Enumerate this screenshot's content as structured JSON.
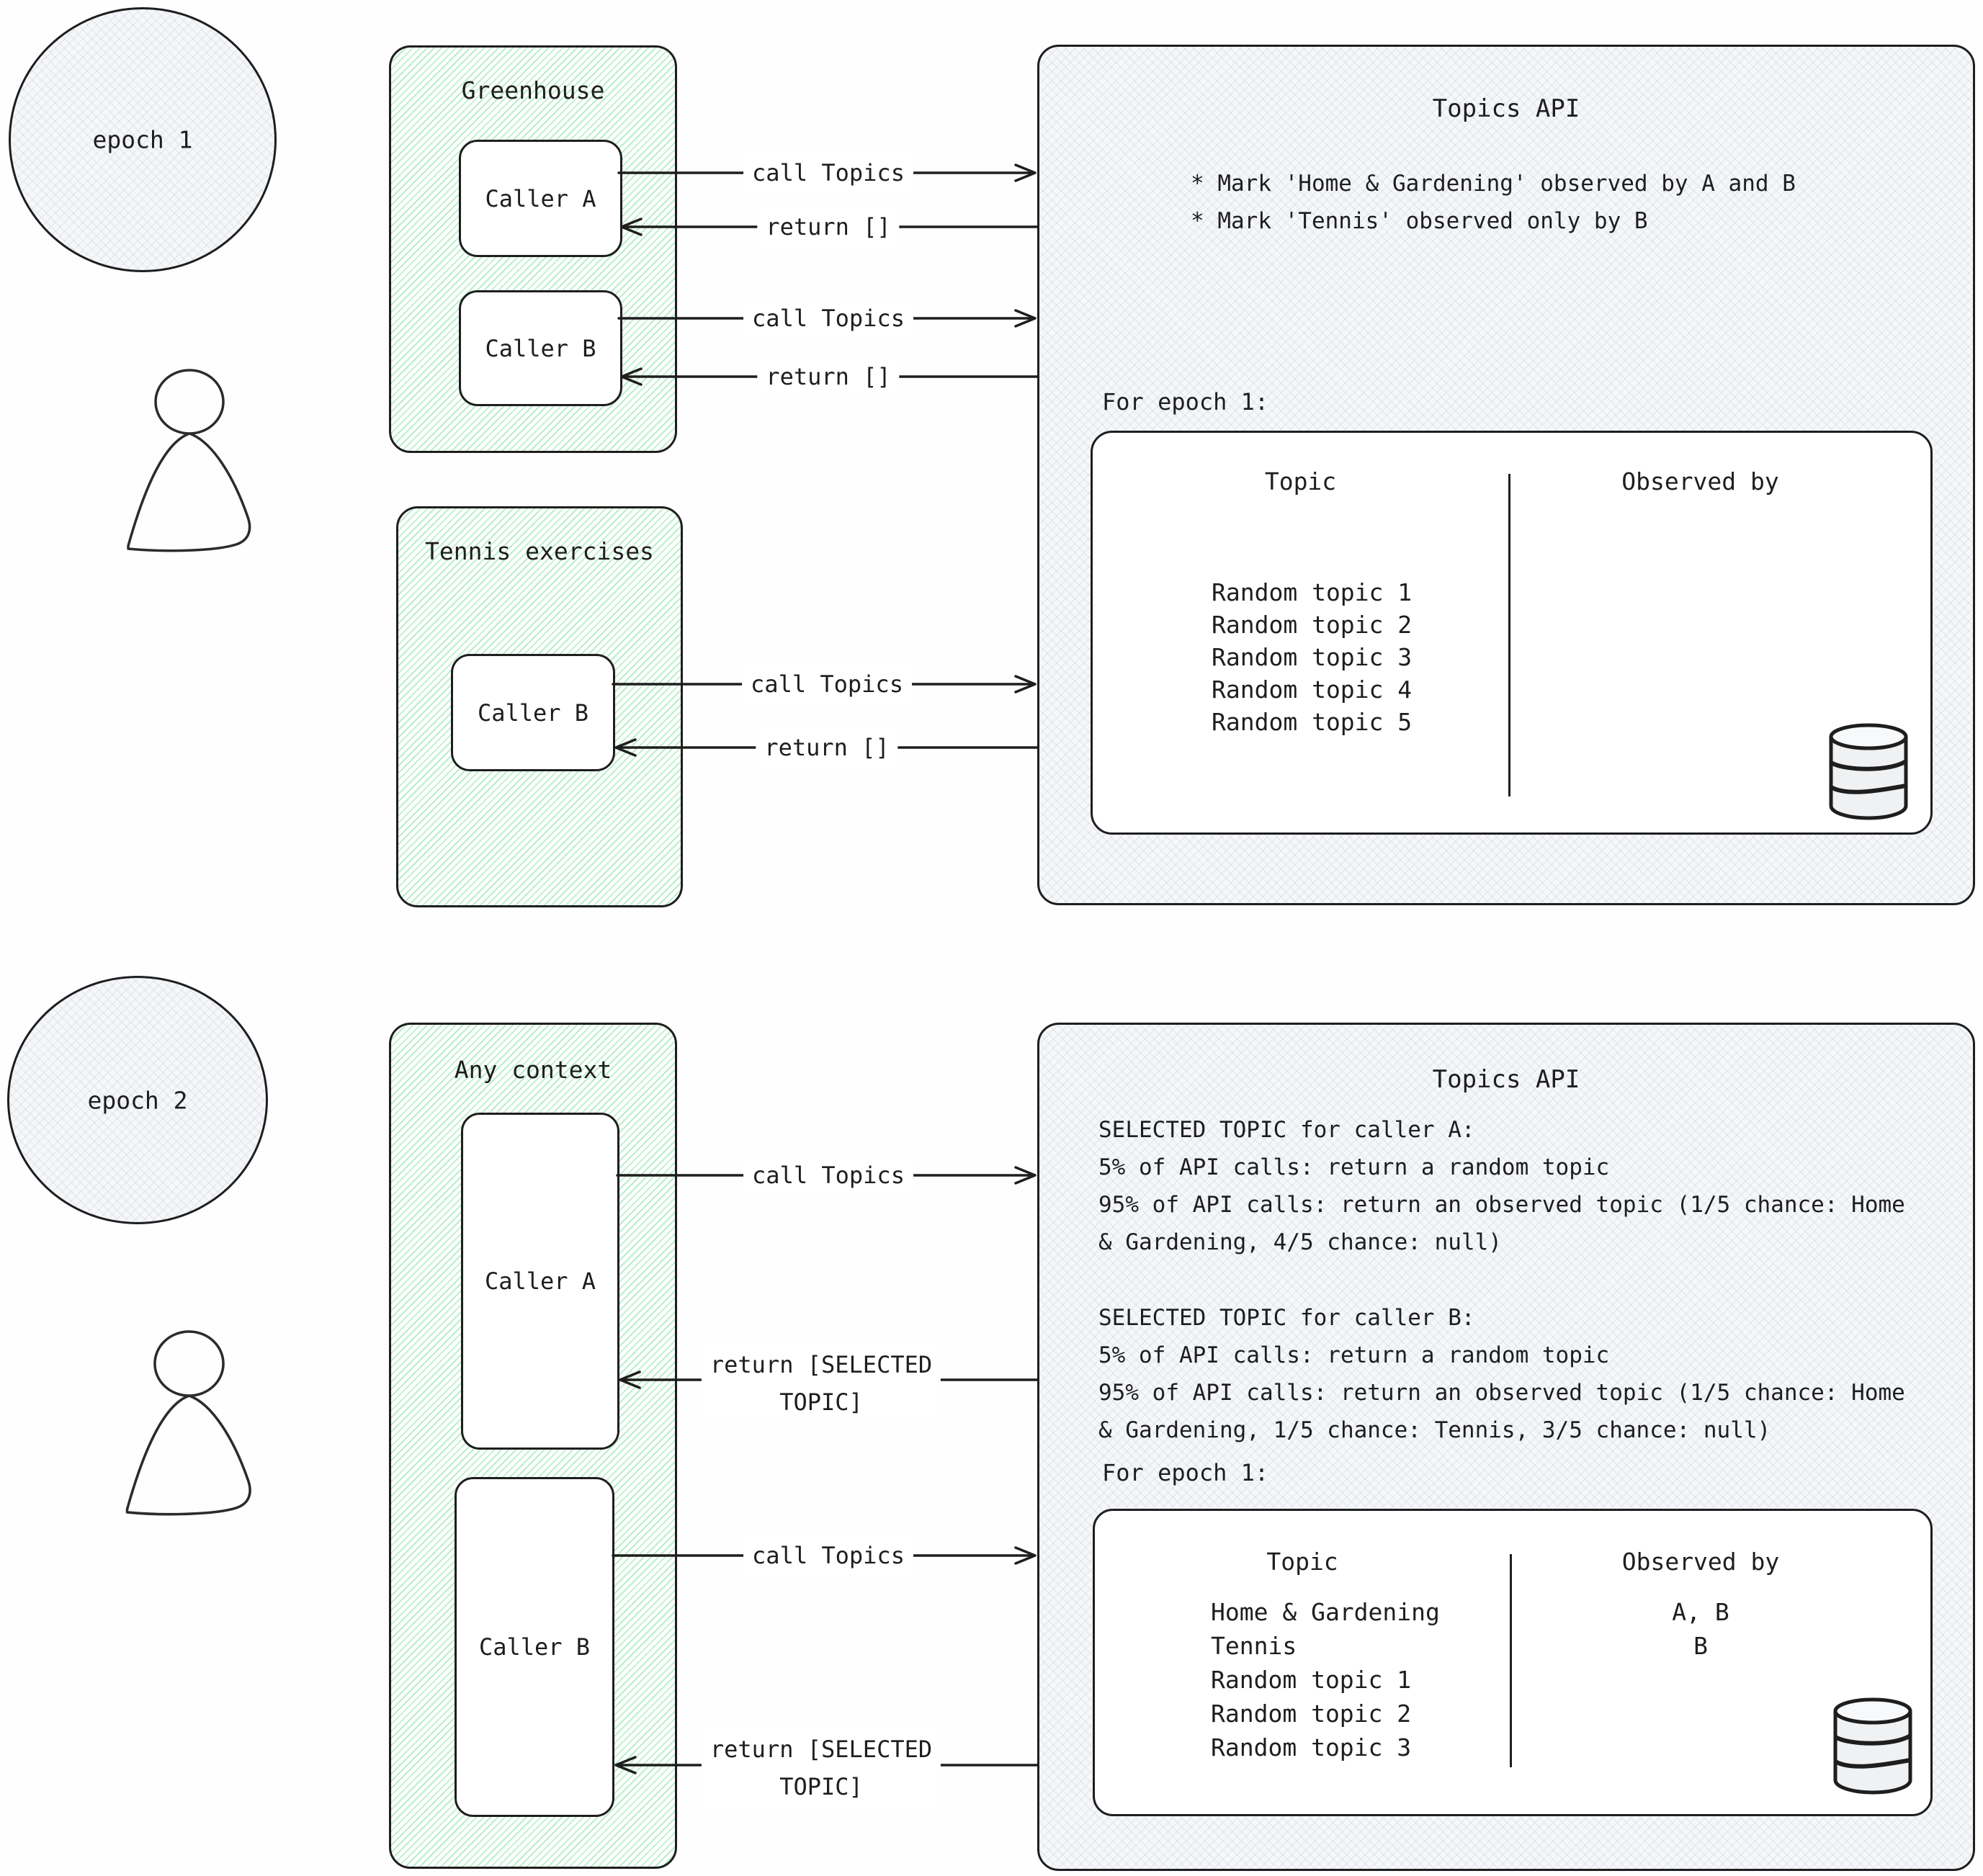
{
  "epoch1": {
    "label": "epoch 1"
  },
  "epoch2": {
    "label": "epoch 2"
  },
  "contexts": {
    "greenhouse": {
      "title": "Greenhouse",
      "caller_a": "Caller A",
      "caller_b": "Caller B"
    },
    "tennis": {
      "title": "Tennis exercises",
      "caller_b": "Caller B"
    },
    "any": {
      "title": "Any context",
      "caller_a": "Caller A",
      "caller_b": "Caller B"
    }
  },
  "arrows": {
    "call": "call Topics",
    "return_empty": "return []",
    "return_selected": "return [SELECTED\nTOPIC]"
  },
  "api_epoch1": {
    "title": "Topics API",
    "notes": "* Mark 'Home & Gardening' observed by A and B\n* Mark 'Tennis' observed only by B",
    "epoch_label": "For epoch 1:",
    "table": {
      "col_topic": "Topic",
      "col_observed": "Observed by",
      "rows": [
        {
          "topic": "Random topic 1",
          "observed": ""
        },
        {
          "topic": "Random topic 2",
          "observed": ""
        },
        {
          "topic": "Random topic 3",
          "observed": ""
        },
        {
          "topic": "Random topic 4",
          "observed": ""
        },
        {
          "topic": "Random topic 5",
          "observed": ""
        }
      ]
    }
  },
  "api_epoch2": {
    "title": "Topics API",
    "selected_a": "SELECTED TOPIC for caller A:\n5% of API calls: return a random topic\n95% of API calls: return an observed topic (1/5 chance: Home\n& Gardening, 4/5 chance: null)",
    "selected_b": "SELECTED TOPIC for caller B:\n5% of API calls: return a random topic\n95% of API calls: return an observed topic (1/5 chance: Home\n& Gardening, 1/5 chance: Tennis,  3/5 chance: null)",
    "epoch_label": "For epoch 1:",
    "table": {
      "col_topic": "Topic",
      "col_observed": "Observed by",
      "rows": [
        {
          "topic": "Home & Gardening",
          "observed": "A, B"
        },
        {
          "topic": "Tennis",
          "observed": "B"
        },
        {
          "topic": "Random topic 1",
          "observed": ""
        },
        {
          "topic": "Random topic 2",
          "observed": ""
        },
        {
          "topic": "Random topic 3",
          "observed": ""
        }
      ]
    }
  },
  "colors": {
    "ink": "#1e1e1e",
    "green_hatch": "#6edc96",
    "panel_fill": "#f6f7f9"
  }
}
